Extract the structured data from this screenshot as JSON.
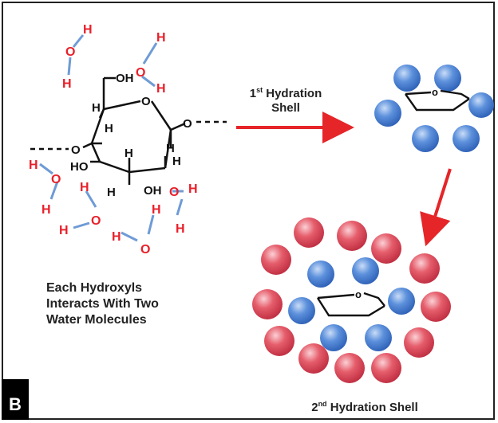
{
  "panel_label": "B",
  "first_shell": {
    "sup": "st",
    "ordinal": "1",
    "line1": "Hydration",
    "line2": "Shell"
  },
  "second_shell": {
    "ordinal": "2",
    "sup": "nd",
    "text": "Hydration Shell"
  },
  "caption": {
    "line1": "Each Hydroxyls",
    "line2": "Interacts With Two",
    "line3": "Water Molecules"
  },
  "atoms": {
    "H": "H",
    "O": "O",
    "OH": "OH",
    "HO": "HO",
    "ring_o": "o"
  },
  "colors": {
    "water": "#e8202a",
    "bond_blue": "#6f9bd6",
    "arrow": "#e52528",
    "sphere_blue": "#4f86d8",
    "sphere_red": "#e0505e",
    "ink": "#111111"
  }
}
